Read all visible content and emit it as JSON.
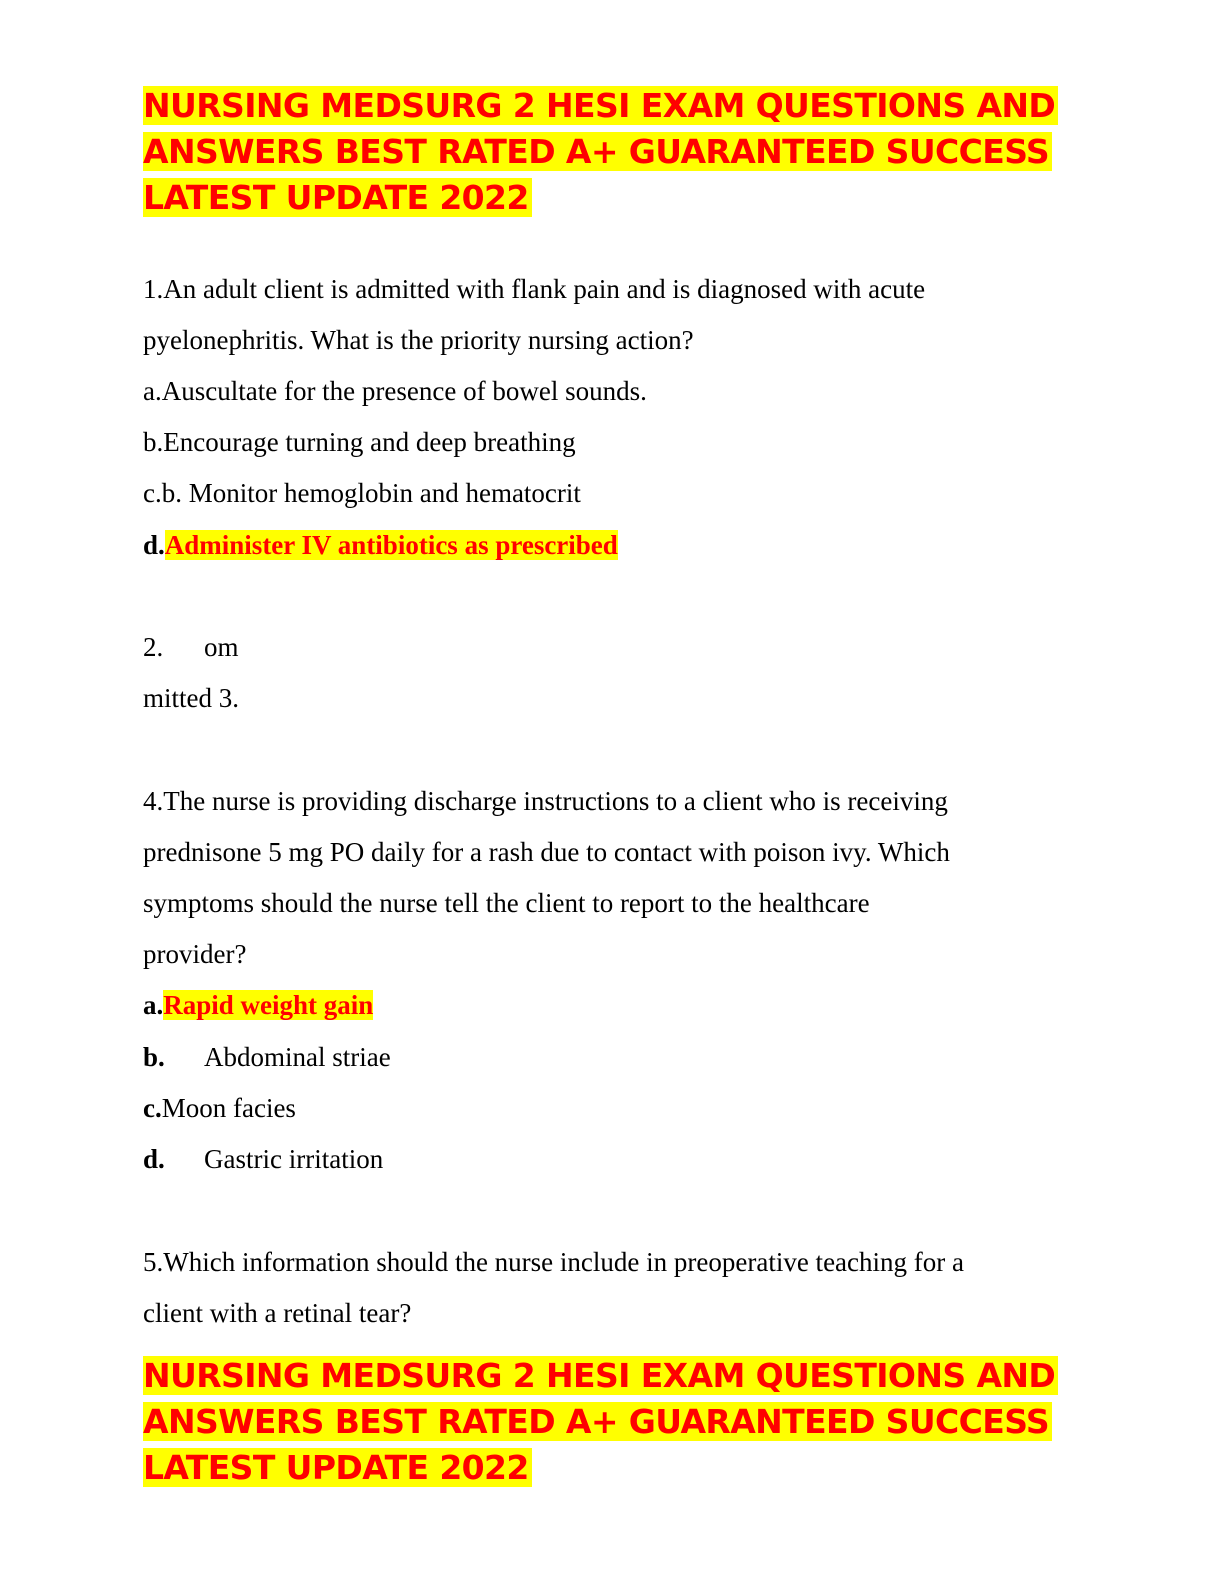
{
  "header_banner": {
    "line1": "NURSING MEDSURG 2 HESI EXAM QUESTIONS AND",
    "line2": "ANSWERS BEST RATED A+ GUARANTEED SUCCESS",
    "line3": "LATEST UPDATE 2022"
  },
  "question1": {
    "line1": "1.An adult client is admitted with flank pain and is diagnosed with acute",
    "line2": "pyelonephritis. What is the priority nursing action?",
    "options": [
      {
        "letter": "a.",
        "text": "Auscultate for the presence of bowel sounds."
      },
      {
        "letter": "b.",
        "text": "Encourage turning and deep breathing"
      },
      {
        "letter": "c.",
        "text": "b. Monitor hemoglobin and hematocrit"
      },
      {
        "letter": "d.",
        "text": "Administer IV antibiotics as prescribed"
      }
    ]
  },
  "fragments": {
    "line1_number": "2.",
    "line1_text": "om",
    "line2": "mitted 3."
  },
  "question4": {
    "line1": "4.The nurse is providing discharge instructions to a client who is receiving",
    "line2": "prednisone 5 mg PO daily for a rash due to contact with poison ivy. Which",
    "line3": "symptoms should the nurse tell the client to report to the healthcare",
    "line4": "provider?",
    "options": [
      {
        "letter": "a.",
        "text": "Rapid weight gain"
      },
      {
        "letter": "b.",
        "text": "Abdominal striae"
      },
      {
        "letter": "c.",
        "text": "Moon facies"
      },
      {
        "letter": "d.",
        "text": "Gastric irritation"
      }
    ]
  },
  "question5": {
    "line1": "5.Which information should the nurse include in preoperative teaching for a",
    "line2": "client with a retinal tear?"
  },
  "footer_banner": {
    "line1": "NURSING MEDSURG 2 HESI EXAM QUESTIONS AND",
    "line2": "ANSWERS BEST RATED A+ GUARANTEED SUCCESS",
    "line3": "LATEST UPDATE 2022"
  },
  "colors": {
    "highlight": "#ffff00",
    "answer_text": "#ff0000"
  }
}
